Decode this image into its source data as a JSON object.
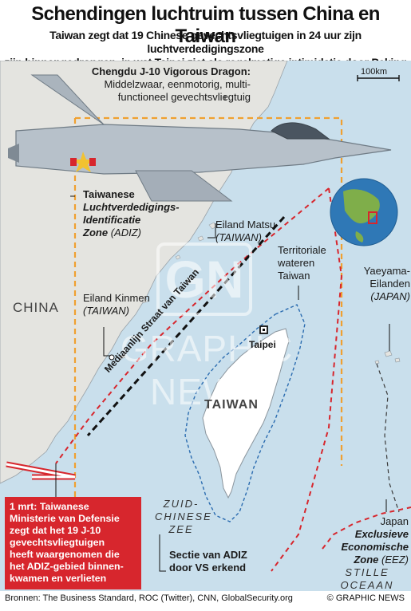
{
  "title": "Schendingen luchtruim tussen China en Taiwan",
  "subtitle_line1": "Taiwan zegt dat 19 Chinese gevechtsvliegtuigen in 24 uur zijn luchtverdedigingszone",
  "subtitle_line2": "zijn binnengedrongen, in wat Taipei ziet als regelmatige intimidatie door Peking",
  "jet": {
    "name": "Chengdu J-10 Vigorous Dragon:",
    "desc1": "Middelzwaar, eenmotorig, multi-",
    "desc2": "functioneel gevechtsvliegtuig"
  },
  "scale_label": "100km",
  "labels": {
    "adiz_line1": "Taiwanese",
    "adiz_line2": "Luchtverdedigings-",
    "adiz_line3": "Identificatie",
    "adiz_line4": "Zone",
    "adiz_abbr": "(ADIZ)",
    "matsu_name": "Eiland Matsu",
    "matsu_country": "(TAIWAN)",
    "territorial_line1": "Territoriale",
    "territorial_line2": "wateren",
    "territorial_line3": "Taiwan",
    "yaeyama_line1": "Yaeyama-",
    "yaeyama_line2": "Eilanden",
    "yaeyama_country": "(JAPAN)",
    "china": "CHINA",
    "kinmen_name": "Eiland Kinmen",
    "kinmen_country": "(TAIWAN)",
    "median_line": "Mediaanlijn Straat van Taiwan",
    "taipei": "Taipei",
    "taiwan": "TAIWAN",
    "south_china_sea_1": "ZUID-",
    "south_china_sea_2": "CHINESE",
    "south_china_sea_3": "ZEE",
    "eez_country": "Japan",
    "eez_line1": "Exclusieve",
    "eez_line2": "Economische",
    "eez_line3": "Zone",
    "eez_abbr": "(EEZ)",
    "us_section_line1": "Sectie van ADIZ",
    "us_section_line2": "door VS erkend",
    "pacific_1": "STILLE",
    "pacific_2": "OCEAAN"
  },
  "red_box": {
    "line1": "1 mrt: Taiwanese",
    "line2": "Ministerie van Defensie",
    "line3": "zegt dat het 19 J-10",
    "line4": "gevechtsvliegtuigen",
    "line5": "heeft waargenomen die",
    "line6": "het ADIZ-gebied binnen-",
    "line7": "kwamen en verlieten"
  },
  "watermark": {
    "big": "GN",
    "text": "GRAPHIC NEWS"
  },
  "footer": {
    "sources": "Bronnen: The Business Standard, ROC (Twitter), CNN, GlobalSecurity.org",
    "credit": "© GRAPHIC NEWS"
  },
  "colors": {
    "sea": "#c9dfec",
    "land": "#e4e4e0",
    "taiwan": "#ffffff",
    "adiz": "#f0a030",
    "median": "#111111",
    "eez_boundary": "#d7262d",
    "territorial": "#2b6cb0",
    "alert": "#d7262d"
  }
}
